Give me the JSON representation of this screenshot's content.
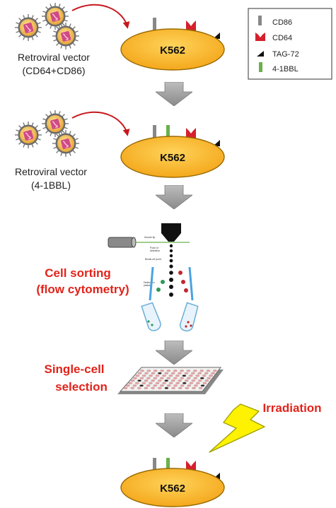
{
  "legend": {
    "items": [
      {
        "label": "CD86",
        "color": "#888888",
        "icon": "rect-icon"
      },
      {
        "label": "CD64",
        "color": "#d6202c",
        "icon": "v-notch-icon"
      },
      {
        "label": "TAG-72",
        "color": "#111111",
        "icon": "triangle-icon"
      },
      {
        "label": "4-1BBL",
        "color": "#6ab04c",
        "icon": "rect-icon"
      }
    ]
  },
  "steps": {
    "vector1": {
      "line1": "Retroviral vector",
      "line2": "(CD64+CD86)"
    },
    "vector2": {
      "line1": "Retroviral vector",
      "line2": "(4-1BBL)"
    },
    "sorting": {
      "line1": "Cell sorting",
      "line2": "(flow cytometry)"
    },
    "selection": {
      "line1": "Single-cell",
      "line2": "selection"
    },
    "irradiation": "Irradiation"
  },
  "cells": {
    "cell1": "K562",
    "cell2": "K562",
    "cell3": "K562"
  },
  "colors": {
    "cell_fill": "#f7b733",
    "cell_stroke": "#9a6a00",
    "accent_red": "#e2231a",
    "arrow_gray": "#9a9a9a",
    "bolt_yellow": "#fff200"
  }
}
